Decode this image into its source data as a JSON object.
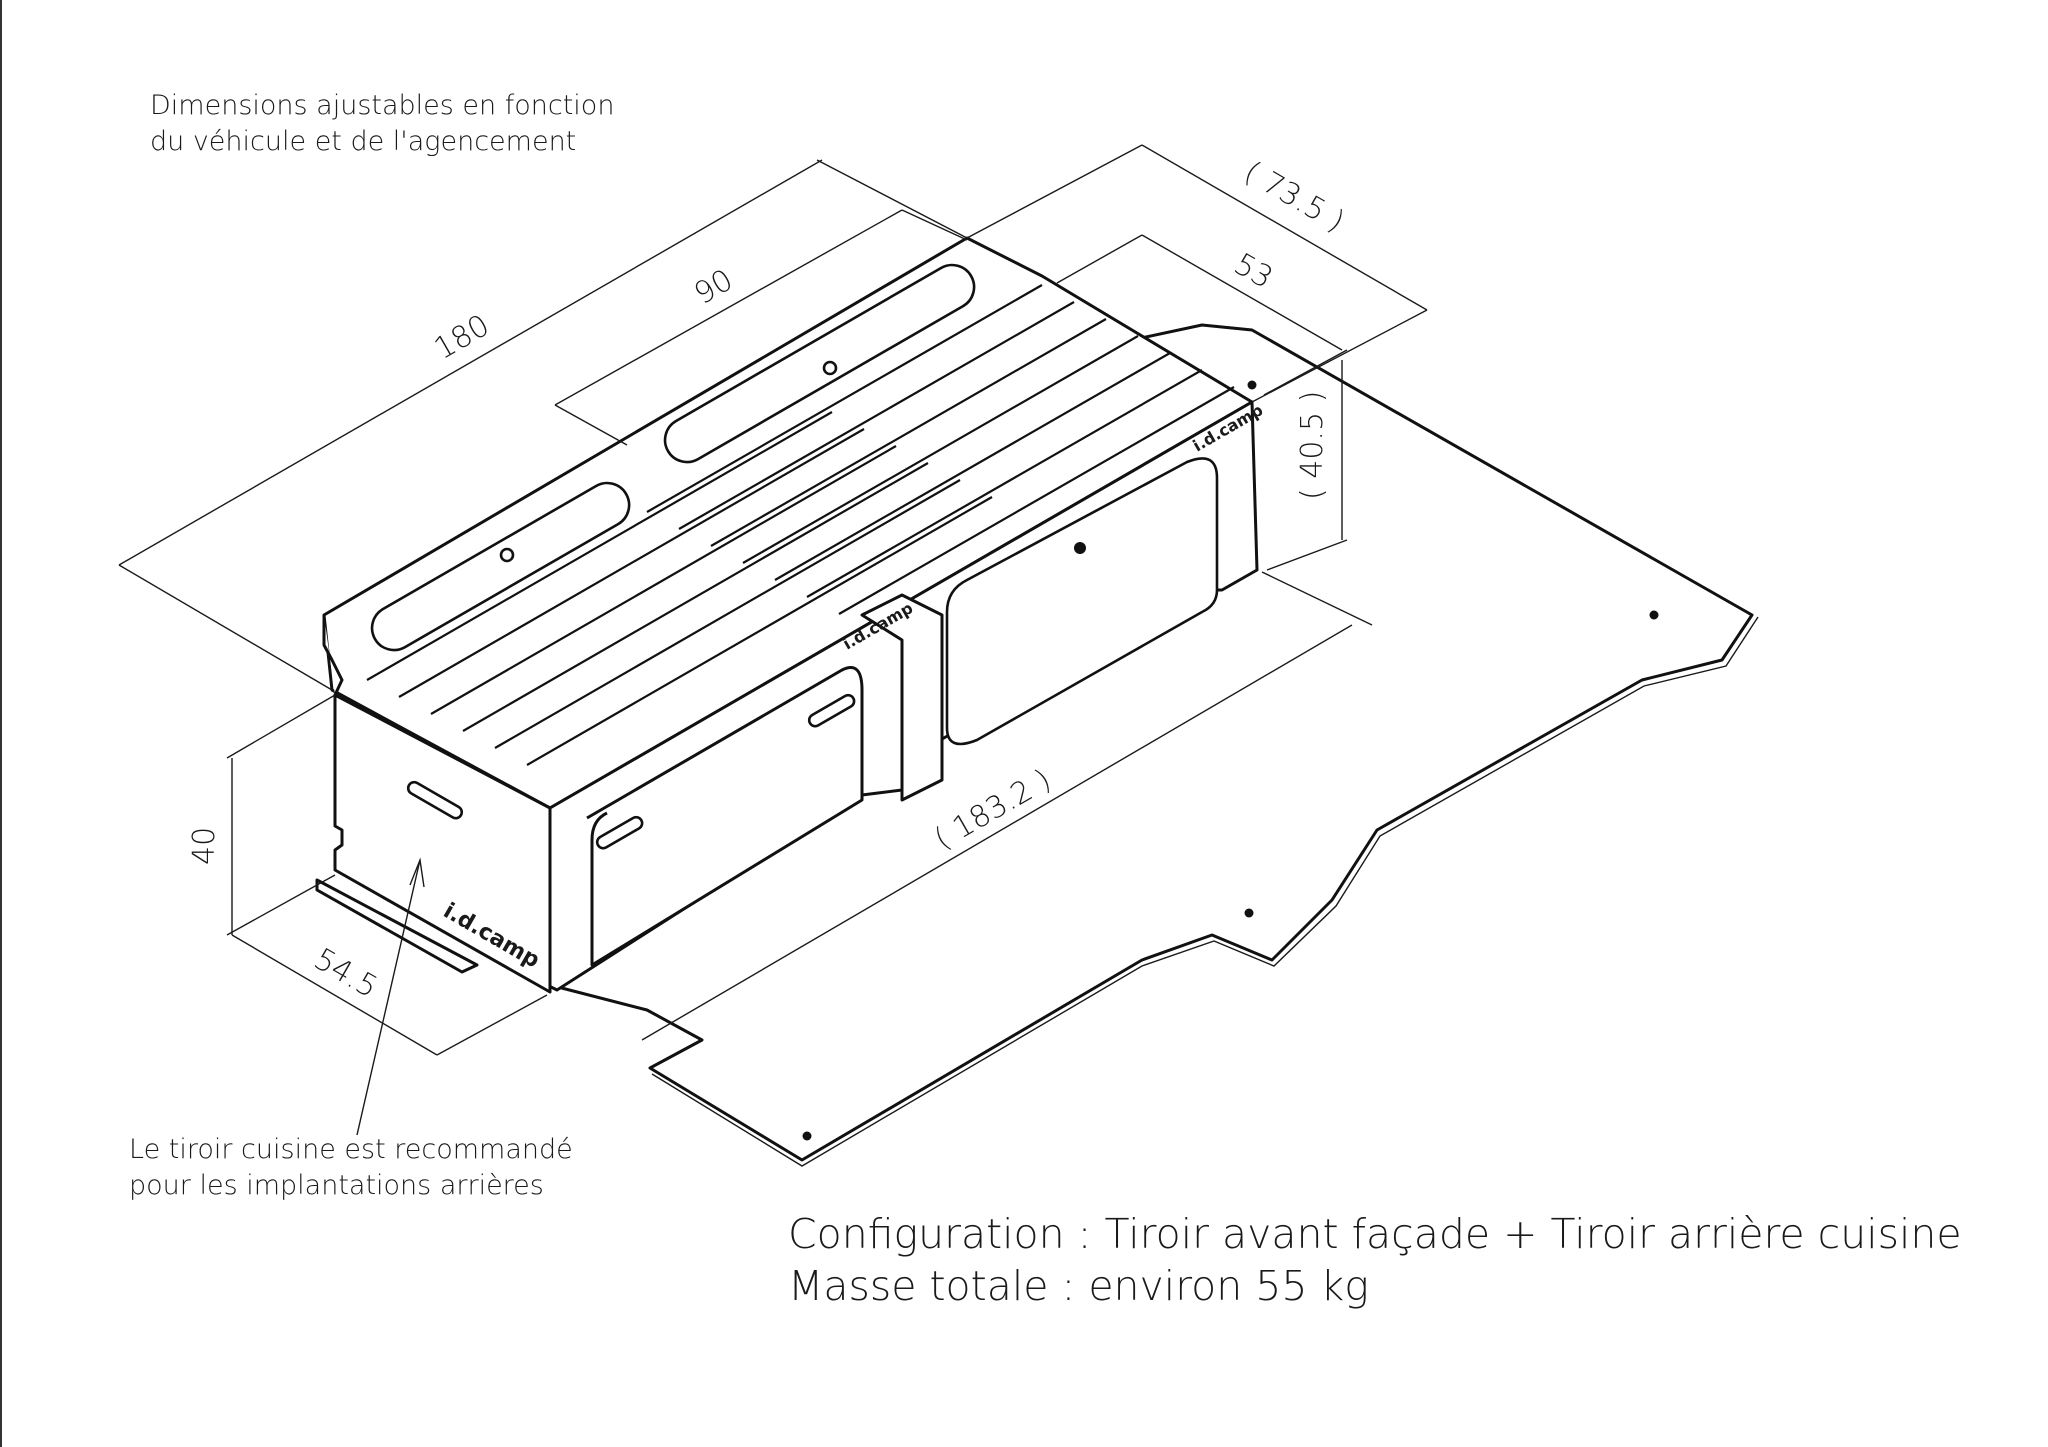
{
  "notes": {
    "top_line1": "Dimensions ajustables en fonction",
    "top_line2": "du véhicule et de l'agencement",
    "bottom_line1": "Le tiroir cuisine est recommandé",
    "bottom_line2": "pour les implantations arrières"
  },
  "config": {
    "line1": "Configuration : Tiroir avant façade + Tiroir arrière cuisine",
    "line2": "Masse totale  : environ 55 kg"
  },
  "dimensions": {
    "length_total": "180",
    "length_half": "90",
    "width_total": "( 73.5 )",
    "width_box": "53",
    "height_total": "( 40.5 )",
    "floor_length": "( 183.2 )",
    "height_box": "40",
    "depth_front": "54.5"
  },
  "logo_text": "i.d.camp"
}
